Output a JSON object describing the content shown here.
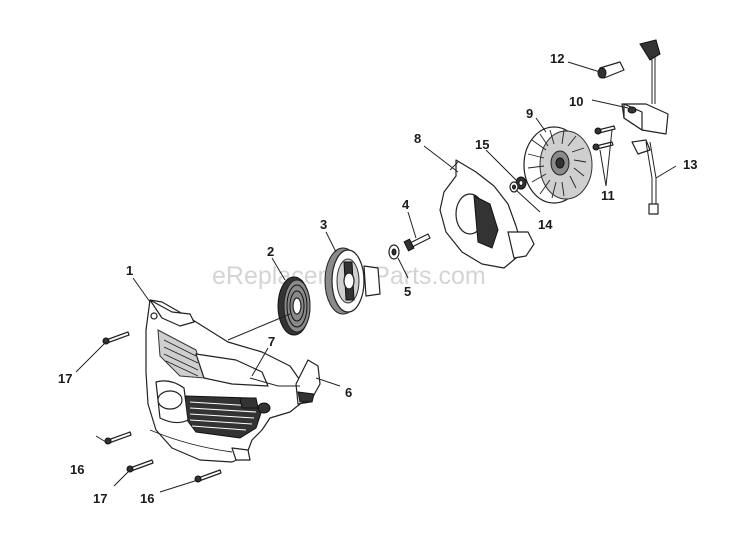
{
  "watermark": "eReplacementParts.com",
  "callouts": {
    "c1": "1",
    "c2": "2",
    "c3": "3",
    "c4": "4",
    "c5": "5",
    "c6": "6",
    "c7": "7",
    "c8": "8",
    "c9": "9",
    "c10": "10",
    "c11": "11",
    "c12": "12",
    "c13": "13",
    "c14": "14",
    "c15": "15",
    "c16a": "16",
    "c16b": "16",
    "c17a": "17",
    "c17b": "17"
  }
}
